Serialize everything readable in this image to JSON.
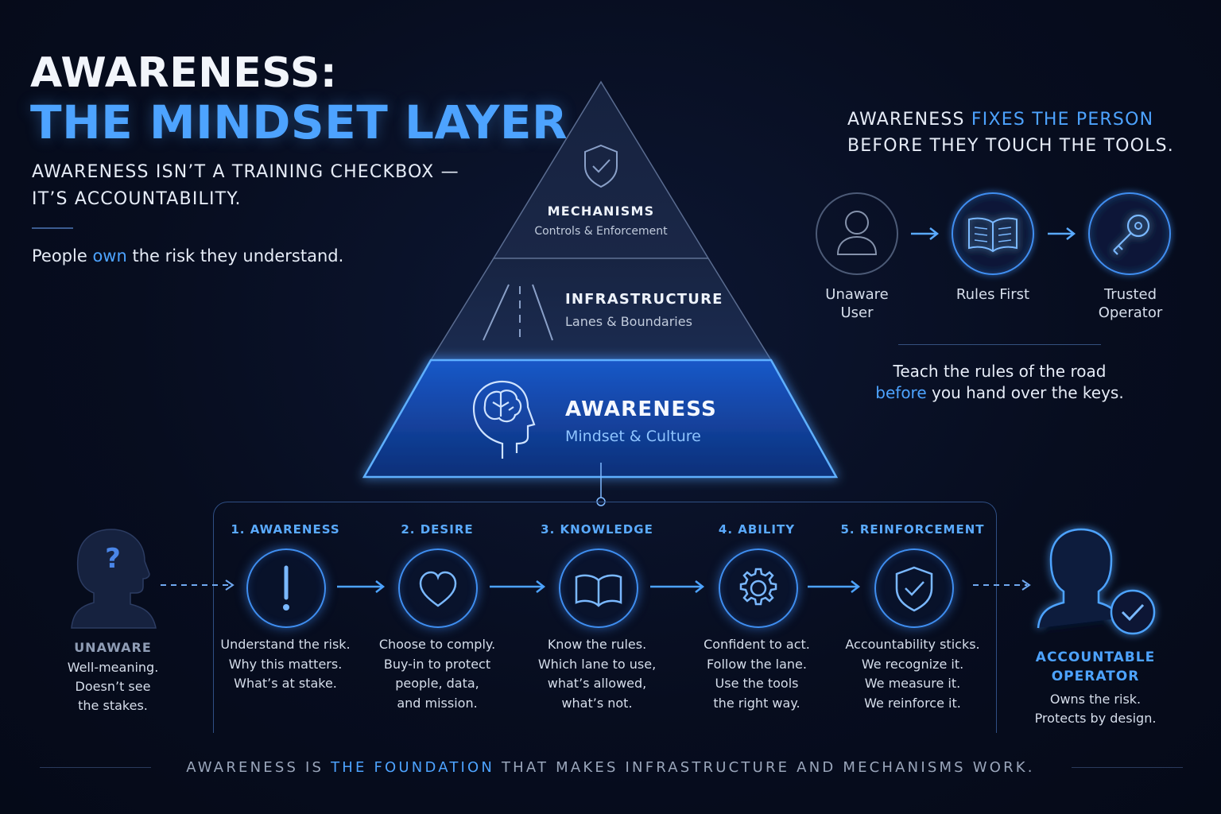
{
  "header": {
    "title_line1": "AWARENESS:",
    "title_line2": "THE MINDSET LAYER",
    "subtitle_line1": "AWARENESS ISN’T A TRAINING CHECKBOX —",
    "subtitle_line2": "IT’S ACCOUNTABILITY.",
    "tagline_pre": "People ",
    "tagline_accent": "own",
    "tagline_post": " the risk they understand."
  },
  "pyramid": {
    "layers": [
      {
        "title": "MECHANISMS",
        "subtitle": "Controls & Enforcement",
        "icon": "shield-check-icon"
      },
      {
        "title": "INFRASTRUCTURE",
        "subtitle": "Lanes & Boundaries",
        "icon": "road-lanes-icon"
      },
      {
        "title": "AWARENESS",
        "subtitle": "Mindset & Culture",
        "icon": "brain-head-icon"
      }
    ]
  },
  "right_panel": {
    "headline_pre": "AWARENESS ",
    "headline_accent": "FIXES THE PERSON",
    "headline_line2": "BEFORE THEY TOUCH THE TOOLS.",
    "journey": [
      {
        "label": "Unaware\nUser",
        "icon": "user-icon"
      },
      {
        "label": "Rules First",
        "icon": "open-book-icon"
      },
      {
        "label": "Trusted\nOperator",
        "icon": "key-icon"
      }
    ],
    "teach_line1": "Teach the rules of the road",
    "teach_accent": "before",
    "teach_line2_post": " you hand over the keys."
  },
  "start": {
    "title": "UNAWARE",
    "desc": "Well-meaning.\nDoesn’t see\nthe stakes.",
    "icon": "question-head-icon"
  },
  "stages": [
    {
      "title": "1. AWARENESS",
      "icon": "exclamation-icon",
      "desc": "Understand the risk.\nWhy this matters.\nWhat’s at stake."
    },
    {
      "title": "2. DESIRE",
      "icon": "heart-icon",
      "desc": "Choose to comply.\nBuy-in to protect\npeople, data,\nand mission."
    },
    {
      "title": "3. KNOWLEDGE",
      "icon": "book-icon",
      "desc": "Know the rules.\nWhich lane to use,\nwhat’s allowed,\nwhat’s not."
    },
    {
      "title": "4. ABILITY",
      "icon": "gear-icon",
      "desc": "Confident to act.\nFollow the lane.\nUse the tools\nthe right way."
    },
    {
      "title": "5. REINFORCEMENT",
      "icon": "shield-check-icon",
      "desc": "Accountability sticks.\nWe recognize it.\nWe measure it.\nWe reinforce it."
    }
  ],
  "end": {
    "title": "ACCOUNTABLE\nOPERATOR",
    "desc": "Owns the risk.\nProtects by design.",
    "icon": "operator-check-icon"
  },
  "footer": {
    "pre": "AWARENESS IS ",
    "accent": "THE FOUNDATION",
    "post": " THAT MAKES INFRASTRUCTURE AND MECHANISMS WORK."
  },
  "colors": {
    "accent": "#4da3ff",
    "background": "#070d1f",
    "pyramid_base": "#0f3a8f"
  }
}
